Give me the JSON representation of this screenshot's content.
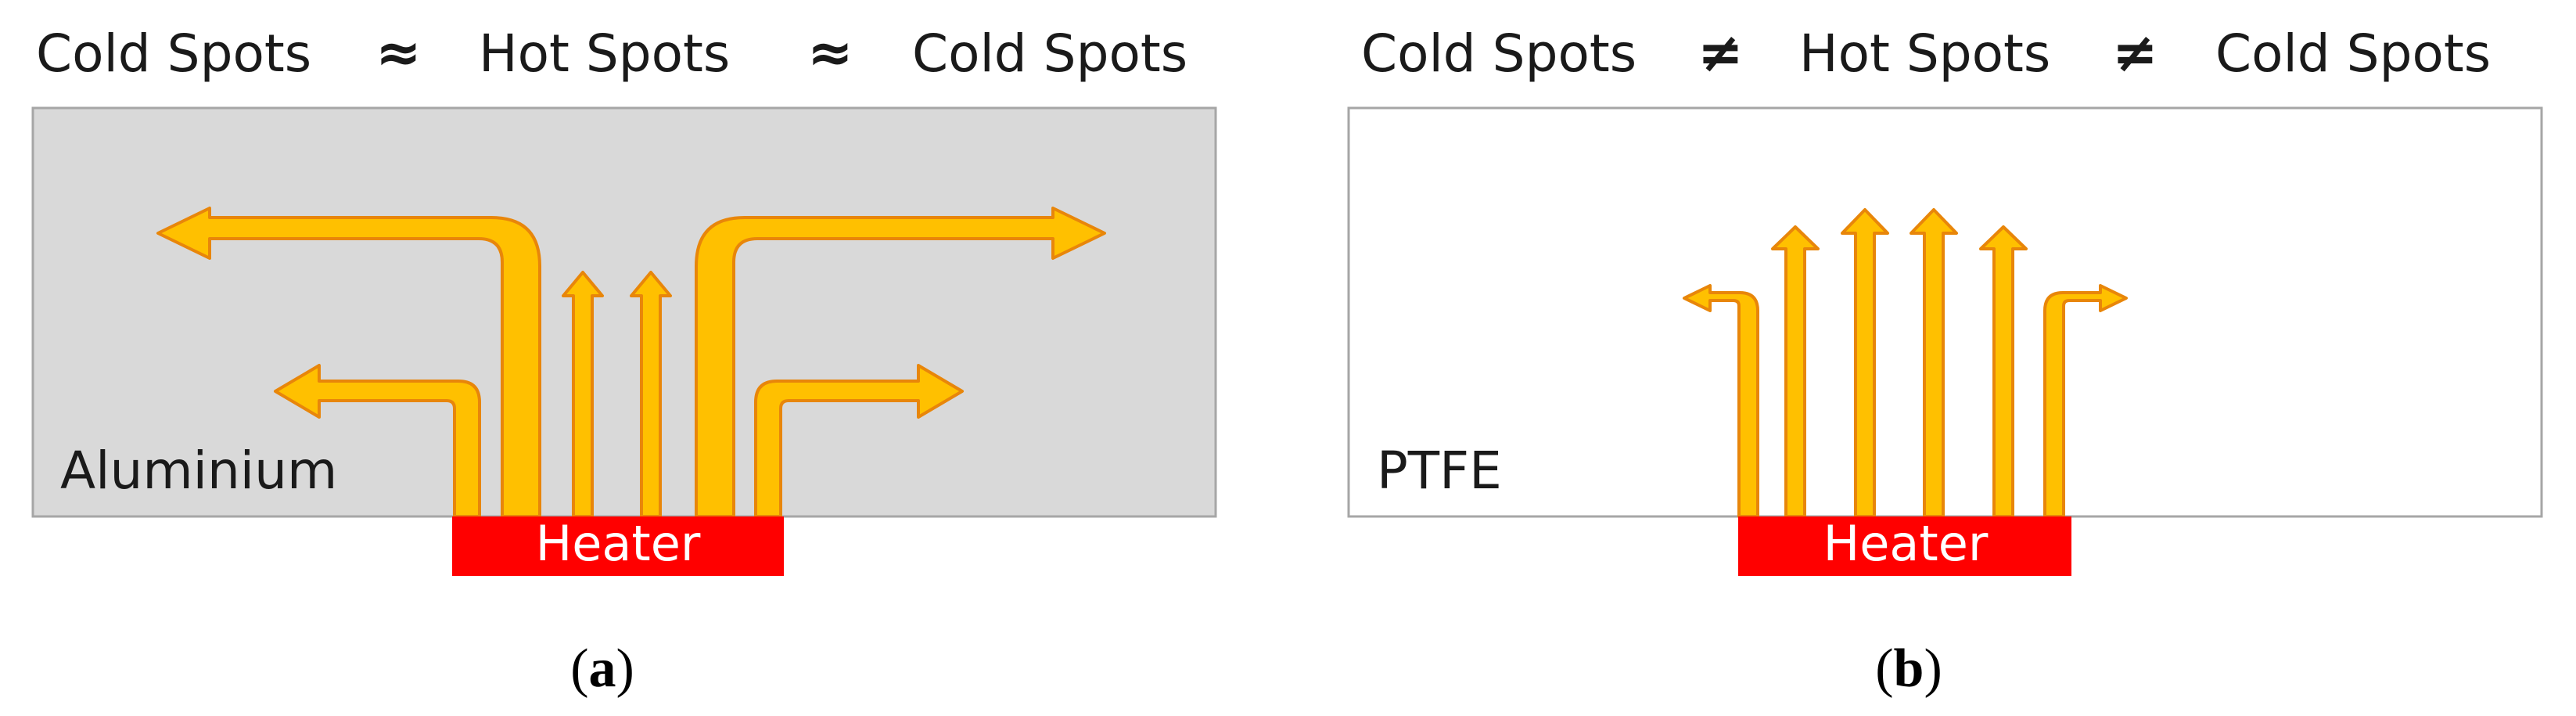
{
  "colors": {
    "arrow_fill": "#FFC000",
    "arrow_stroke": "#E8860A",
    "heater": "#FF0000",
    "aluminium_fill": "#D9D9D9",
    "ptfe_fill": "#FFFFFF",
    "panel_border": "#A6A6A6"
  },
  "panel_a": {
    "header": {
      "left": "Cold Spots",
      "sym1": "≈",
      "middle": "Hot Spots",
      "sym2": "≈",
      "right": "Cold Spots"
    },
    "material": "Aluminium",
    "heater": "Heater",
    "caption_open": "(",
    "caption_letter": "a",
    "caption_close": ")"
  },
  "panel_b": {
    "header": {
      "left": "Cold Spots",
      "sym1": "≠",
      "middle": "Hot Spots",
      "sym2": "≠",
      "right": "Cold Spots"
    },
    "material": "PTFE",
    "heater": "Heater",
    "caption_open": "(",
    "caption_letter": "b",
    "caption_close": ")"
  }
}
